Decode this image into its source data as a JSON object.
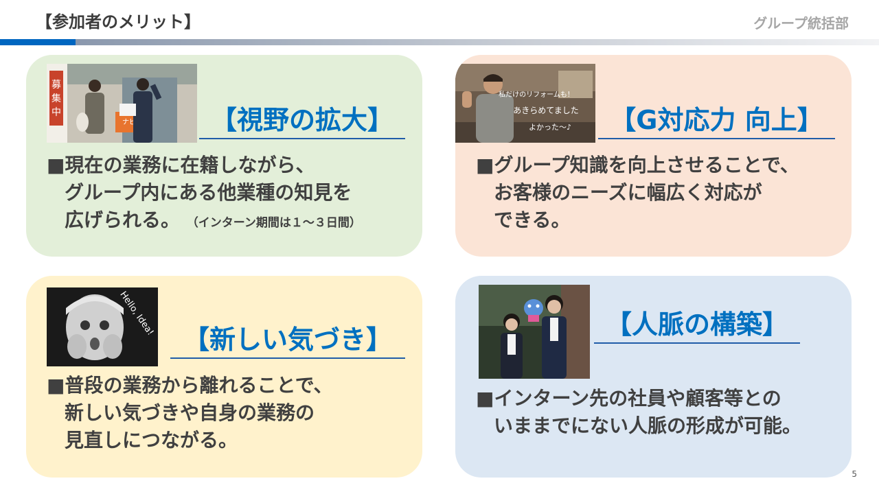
{
  "header": {
    "title": "【参加者のメリット】",
    "department": "グループ統括部"
  },
  "colors": {
    "accent": "#0070c0",
    "card1": "#e3efd9",
    "card2": "#fbe4d6",
    "card3": "#fff2cc",
    "card4": "#dce7f3"
  },
  "cards": [
    {
      "heading": "【視野の拡大】",
      "bullet": "■",
      "lines": [
        "現在の業務に在籍しながら、",
        "グループ内にある他業種の知見を",
        "広げられる。"
      ],
      "note": "（インターン期間は１～３日間）",
      "photo": {
        "sign_text": "ナビ",
        "sign_vertical": "募集中"
      }
    },
    {
      "heading": "【G対応力 向上】",
      "bullet": "■",
      "lines": [
        "グループ知識を向上させることで、",
        "お客様のニーズに幅広く対応が",
        "できる。"
      ],
      "photo": {
        "caption1": "私だけのリフォームも！",
        "caption2": "あきらめてました",
        "caption3": "よかった～♪"
      }
    },
    {
      "heading": "【新しい気づき】",
      "bullet": "■",
      "lines": [
        "普段の業務から離れることで、",
        "新しい気づきや自身の業務の",
        "見直しにつながる。"
      ],
      "photo": {
        "caption": "Hello, Idea!"
      }
    },
    {
      "heading": "【人脈の構築】",
      "bullet": "■",
      "lines": [
        "インターン先の社員や顧客等との",
        "いままでにない人脈の形成が可能。"
      ],
      "photo": {}
    }
  ],
  "page_number": "5"
}
